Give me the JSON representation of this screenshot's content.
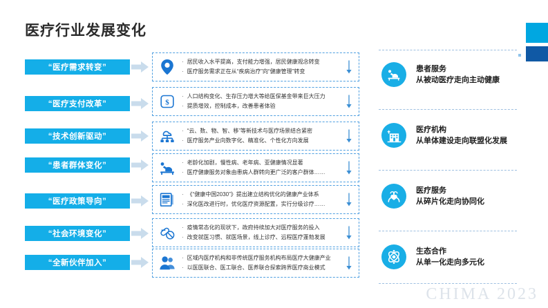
{
  "title": "医疗行业发展变化",
  "watermark": "CHIMA  2023",
  "colors": {
    "accent_cyan": "#14AEE8",
    "accent_blue": "#1B76D2",
    "deco_cyan": "#00A7E1",
    "deco_navy": "#1059A5",
    "dash_border": "#4f9fe0",
    "circle_fill": "#19AEE6",
    "watermark": "#dde3ea"
  },
  "drivers": [
    {
      "label": "“医疗需求转变”",
      "icon": "location-pin-icon",
      "lines": [
        "居民收入水平提高，支付能力增强，居民健康观念转变",
        "医疗服务需求正在从“疾病治疗”向“健康管理”转变"
      ]
    },
    {
      "label": "“医疗支付改革”",
      "icon": "dollar-card-icon",
      "lines": [
        "人口结构变化、生存压力增大等给医保基金带来巨大压力",
        "提质增效，控制成本，改善患者体验"
      ]
    },
    {
      "label": "“技术创新驱动”",
      "icon": "cloud-network-icon",
      "lines": [
        "“云、数、物、智、移”等新技术与医疗场景结合紧密",
        "医疗服务产业向数字化、精准化、个性化方向发展"
      ]
    },
    {
      "label": "“患者群体变化”",
      "icon": "patient-bed-icon",
      "lines": [
        "老龄化加剧，慢性病、老年病、亚健康情况显著",
        "医疗健康服务对象由患病人群转向更广泛的客户群体……"
      ]
    },
    {
      "label": "“医疗政策导向”",
      "icon": "document-policy-icon",
      "lines": [
        "《“健康中国2030”》提出建立结构优化的健康产业体系",
        "深化医改进行时，优化医疗资源配置，实行分级诊疗……"
      ]
    },
    {
      "label": "“社会环境变化”",
      "icon": "capsule-pills-icon",
      "lines": [
        "疫情常态化的现状下，政府持续加大对医疗服务的投入",
        "改变就医习惯、就医场景，线上诊疗、远程医疗蓬勃发展"
      ]
    },
    {
      "label": "“全新伙伴加入”",
      "icon": "people-partner-icon",
      "lines": [
        "区域内医疗机构和非传统医疗服务机构布局医疗大健康产业",
        "以医医联合、医工联合、医养联合探索跨界医疗商业模式"
      ]
    }
  ],
  "outcomes": [
    {
      "icon": "patient-service-icon",
      "title": "患者服务",
      "subtitle": "从被动医疗走向主动健康"
    },
    {
      "icon": "hospital-building-icon",
      "title": "医疗机构",
      "subtitle": "从单体建设走向联盟化发展"
    },
    {
      "icon": "care-hands-heart-icon",
      "title": "医疗服务",
      "subtitle": "从碎片化走向协同化"
    },
    {
      "icon": "ecosystem-atom-icon",
      "title": "生态合作",
      "subtitle": "从单一化走向多元化"
    }
  ]
}
